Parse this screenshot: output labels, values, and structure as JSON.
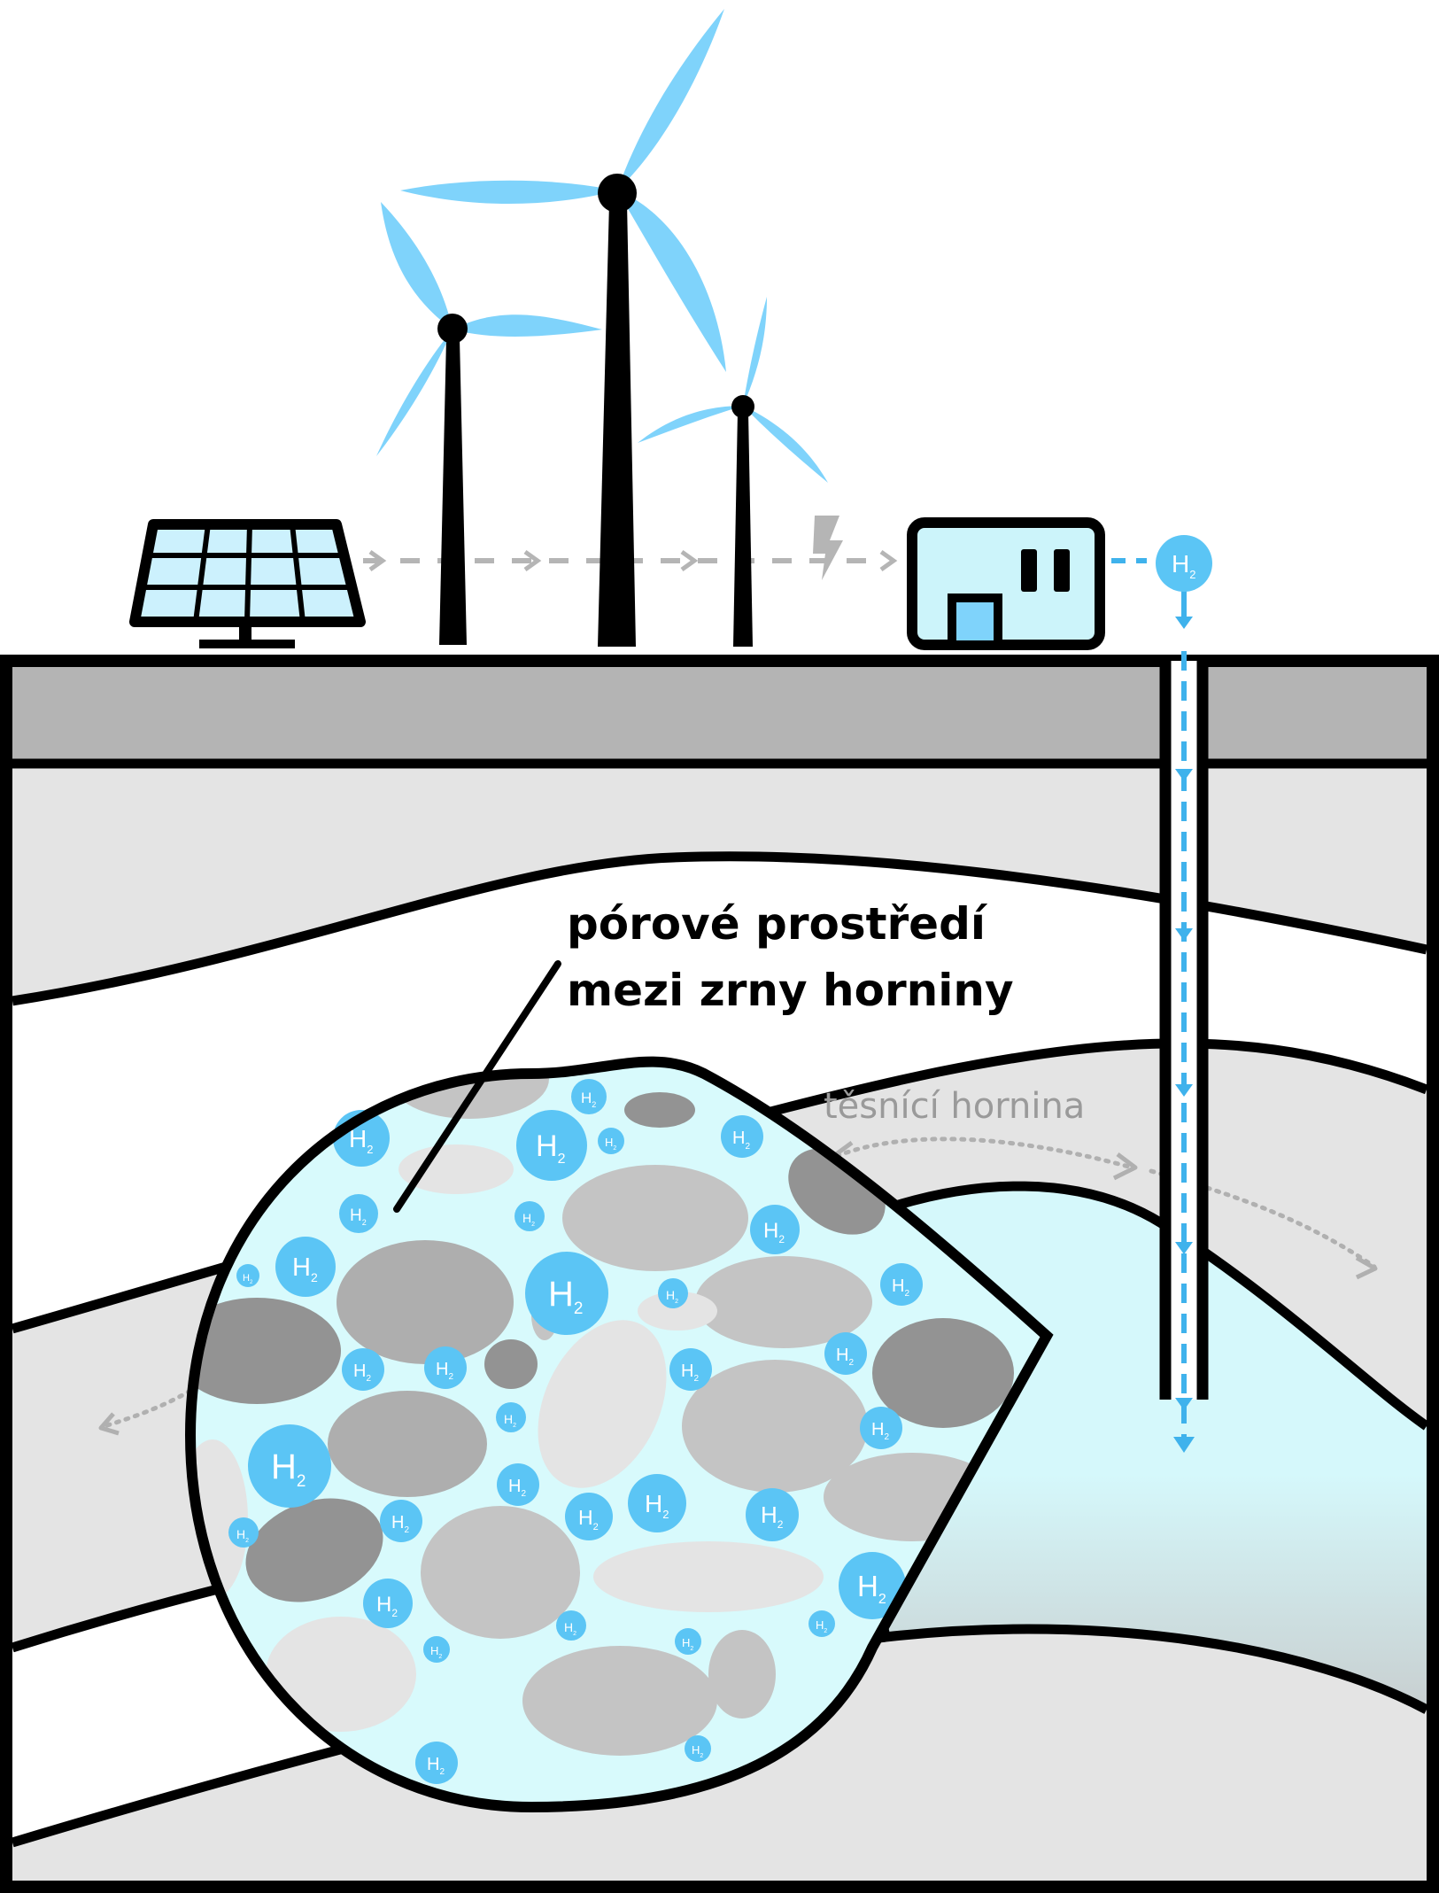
{
  "labels": {
    "pore_medium": [
      "pórové prostředí",
      "mezi zrny horniny"
    ],
    "seal_rock": "těsnící hornina",
    "hydrogen_symbol": "H",
    "hydrogen_subscript": "2"
  },
  "colors": {
    "outline": "#000000",
    "blade": "#7fd3fb",
    "hydrogen": "#5bc5f5",
    "pore_fluid": "#d8fafc",
    "reservoir": "#d4f7f9",
    "surface_layer": "#b4b4b4",
    "rock_layer": "#e4e4e4",
    "grain_light": "#c4c4c4",
    "grain_dark": "#939393",
    "arrow_gray": "#b5b5b5",
    "arrow_blue": "#3fb2ec"
  },
  "icons": [
    "solar-panel-icon",
    "wind-turbine-icon",
    "lightning-bolt-icon",
    "electrolyzer-building-icon",
    "hydrogen-bubble-icon",
    "injection-well-icon",
    "magnifier-bubble-icon"
  ]
}
